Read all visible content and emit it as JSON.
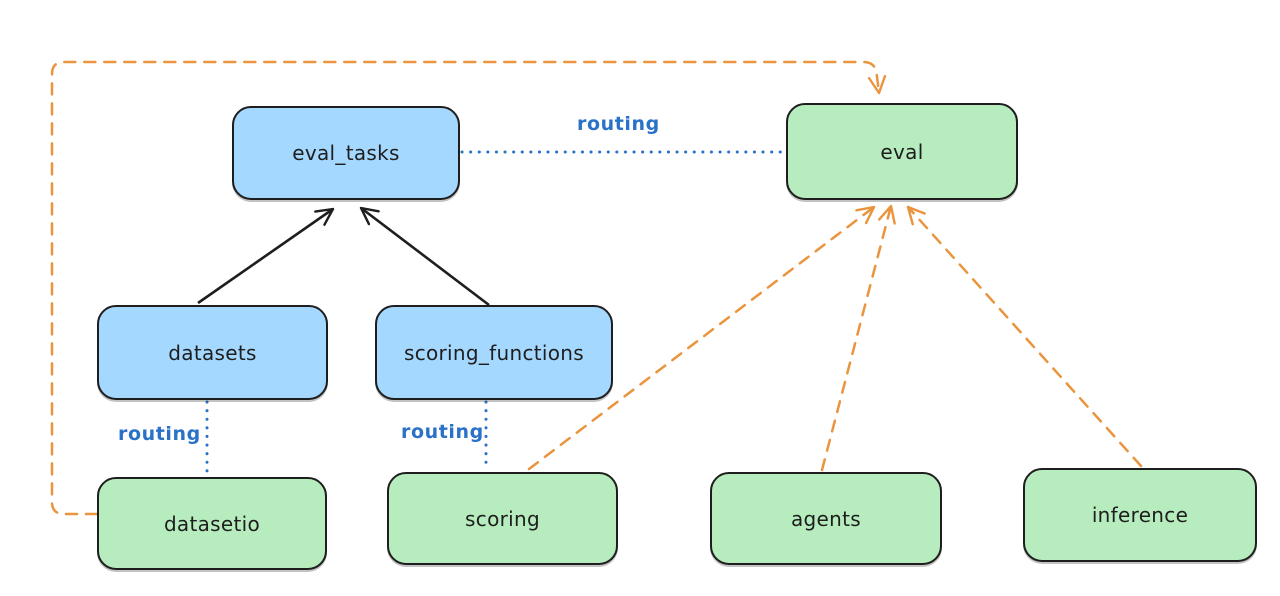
{
  "diagram": {
    "background": "#ffffff",
    "palette": {
      "node_stroke": "#1e1e1e",
      "blue_fill": "#a5d8ff",
      "green_fill": "#b7ecbe",
      "routing_blue": "#2a72c8",
      "orange": "#ea943e"
    },
    "nodes": [
      {
        "id": "eval_tasks",
        "label": "eval_tasks",
        "color": "blue"
      },
      {
        "id": "eval",
        "label": "eval",
        "color": "green"
      },
      {
        "id": "datasets",
        "label": "datasets",
        "color": "blue"
      },
      {
        "id": "scoring_functions",
        "label": "scoring_functions",
        "color": "blue"
      },
      {
        "id": "datasetio",
        "label": "datasetio",
        "color": "green"
      },
      {
        "id": "scoring",
        "label": "scoring",
        "color": "green"
      },
      {
        "id": "agents",
        "label": "agents",
        "color": "green"
      },
      {
        "id": "inference",
        "label": "inference",
        "color": "green"
      }
    ],
    "edges": [
      {
        "from": "datasets",
        "to": "eval_tasks",
        "style": "solid",
        "color": "black",
        "arrow": true,
        "label": ""
      },
      {
        "from": "scoring_functions",
        "to": "eval_tasks",
        "style": "solid",
        "color": "black",
        "arrow": true,
        "label": ""
      },
      {
        "from": "eval_tasks",
        "to": "eval",
        "style": "dotted",
        "color": "blue",
        "arrow": false,
        "label": "routing"
      },
      {
        "from": "datasets",
        "to": "datasetio",
        "style": "dotted",
        "color": "blue",
        "arrow": false,
        "label": "routing"
      },
      {
        "from": "scoring_functions",
        "to": "scoring",
        "style": "dotted",
        "color": "blue",
        "arrow": false,
        "label": "routing"
      },
      {
        "from": "datasetio",
        "to": "eval",
        "style": "dashed",
        "color": "orange",
        "arrow": true,
        "label": "",
        "route": "left-and-over-top"
      },
      {
        "from": "scoring",
        "to": "eval",
        "style": "dashed",
        "color": "orange",
        "arrow": true,
        "label": ""
      },
      {
        "from": "agents",
        "to": "eval",
        "style": "dashed",
        "color": "orange",
        "arrow": true,
        "label": ""
      },
      {
        "from": "inference",
        "to": "eval",
        "style": "dashed",
        "color": "orange",
        "arrow": true,
        "label": ""
      }
    ]
  }
}
